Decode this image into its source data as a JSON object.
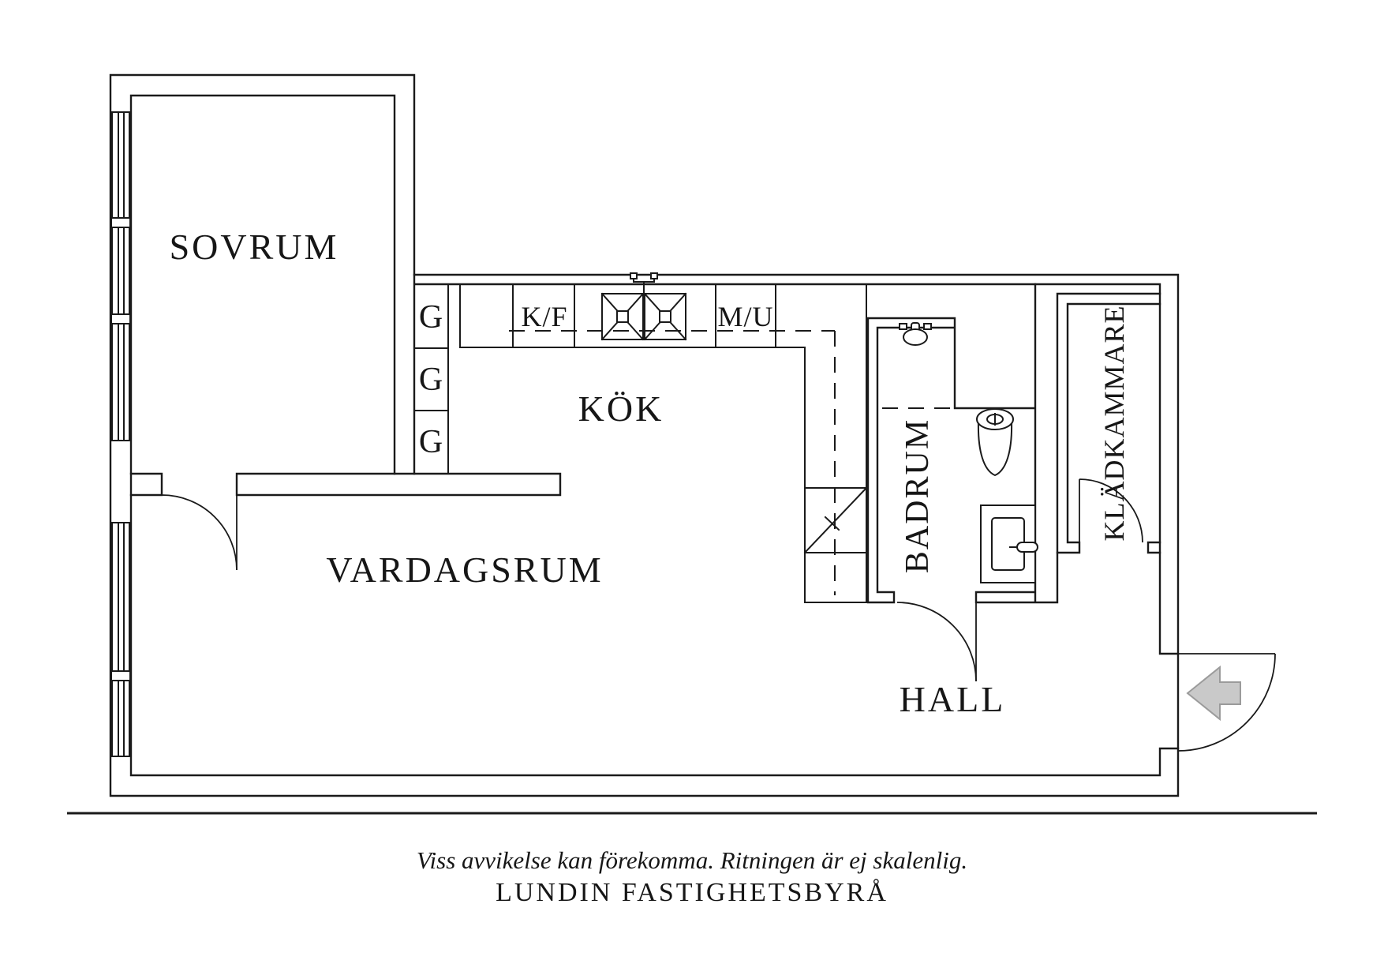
{
  "colors": {
    "background": "#ffffff",
    "line": "#1a1a1a",
    "entry_arrow_fill": "#c9c9c9",
    "entry_arrow_stroke": "#9b9b9b"
  },
  "rooms": {
    "sovrum": "SOVRUM",
    "vardagsrum": "VARDAGSRUM",
    "kok": "KÖK",
    "badrum": "BADRUM",
    "hall": "HALL",
    "kladkammare": "KLÄDKAMMARE"
  },
  "kitchen": {
    "cabinet_labels": [
      "G",
      "G",
      "G"
    ],
    "fridge_freezer": "K/F",
    "micro_oven": "M/U"
  },
  "footer": {
    "disclaimer": "Viss avvikelse kan förekomma. Ritningen är ej skalenlig.",
    "brand": "LUNDIN FASTIGHETSBYRÅ"
  }
}
